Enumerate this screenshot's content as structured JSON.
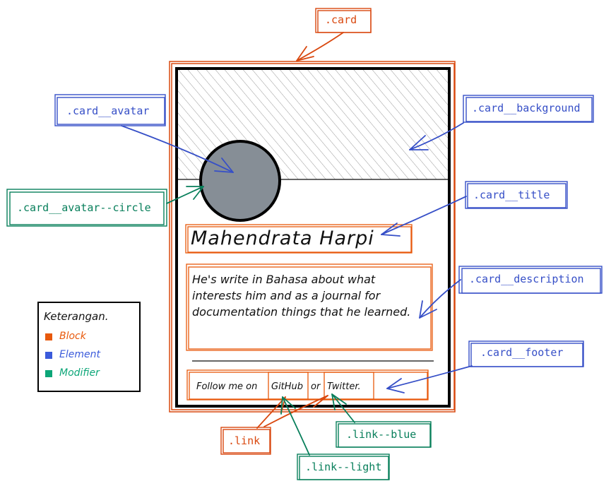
{
  "labels": {
    "card": ".card",
    "card_avatar": ".card__avatar",
    "card_background": ".card__background",
    "card_avatar_circle": ".card__avatar--circle",
    "card_title": ".card__title",
    "card_description": ".card__description",
    "card_footer": ".card__footer",
    "link": ".link",
    "link_light": ".link--light",
    "link_blue": ".link--blue"
  },
  "card": {
    "name": "Mahendrata Harpi",
    "description": "He's write in Bahasa about what interests him and as a journal for documentation things that he learned.",
    "footer": {
      "prefix": "Follow me on",
      "github": "GitHub",
      "or": "or",
      "twitter": "Twitter."
    }
  },
  "legend": {
    "title": "Keterangan.",
    "items": [
      {
        "label": "Block",
        "color": "#e8590c"
      },
      {
        "label": "Element",
        "color": "#3b5bdb"
      },
      {
        "label": "Modifier",
        "color": "#0ca678"
      }
    ]
  },
  "colors": {
    "block": "#d9480f",
    "element": "#364fc7",
    "modifier": "#087f5b",
    "avatar_fill": "#868e96"
  }
}
